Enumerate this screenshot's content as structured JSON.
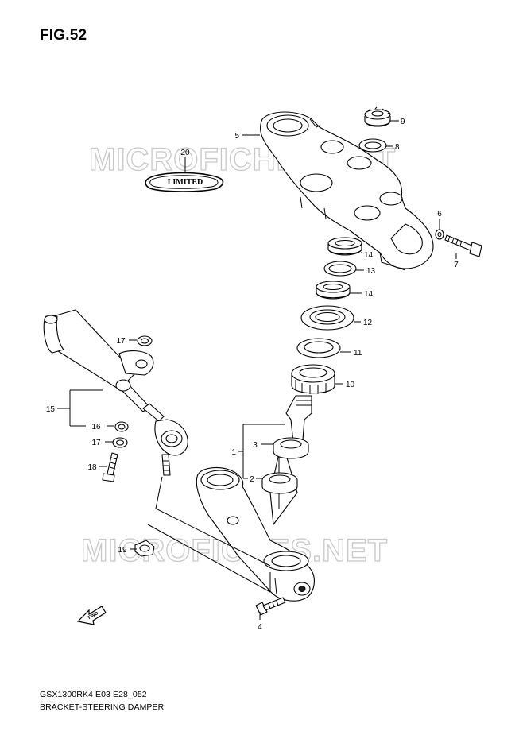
{
  "figure": {
    "title": "FIG.52",
    "model_code": "GSX1300RK4 E03 E28_052",
    "caption": "BRACKET-STEERING DAMPER"
  },
  "watermark": {
    "text": "MICROFICHES.NET",
    "color": "#c8c8c8"
  },
  "badge": {
    "text": "LIMITED"
  },
  "fwd_arrow": {
    "text": "FWD"
  },
  "callouts": {
    "c1": "1",
    "c2": "2",
    "c3": "3",
    "c4": "4",
    "c5": "5",
    "c6": "6",
    "c7": "7",
    "c8": "8",
    "c9": "9",
    "c10": "10",
    "c11": "11",
    "c12": "12",
    "c13": "13",
    "c14a": "14",
    "c14b": "14",
    "c15": "15",
    "c16": "16",
    "c17a": "17",
    "c17b": "17",
    "c18": "18",
    "c19": "19",
    "c20": "20"
  },
  "icons": {
    "fwd_arrow": "fwd-arrow-icon"
  }
}
